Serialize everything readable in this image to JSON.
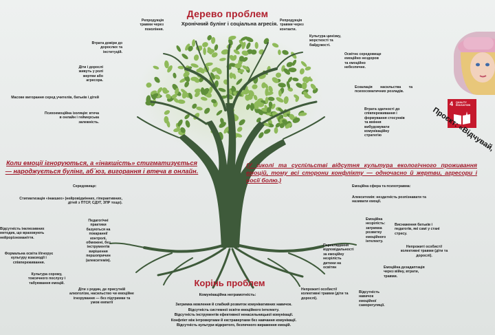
{
  "header": {
    "title": "Дерево проблем",
    "subtitle": "Хронічний булінг і соціальна агресія."
  },
  "crown_notes": {
    "n1": "Репродукція травми через покоління.",
    "n2": "Репродукція травми через контакти.",
    "n3": "Втрата довіри до дорослих та інституцій.",
    "n4": "Культура цинізму, жорсткості та байдужості.",
    "n5": "Освітнє середовище емоційно нездоров та емоційно небезпечне.",
    "n6": "Діти і дорослі живуть у ролі жертви або агресора.",
    "n7": "Ескалація насильства та психосоматичних розладів.",
    "n8": "Масове вигорання серед учителів, батьків і дітей",
    "n9": "Втрата здатності до співпереживання і формування стосунків та вміння вибудовувати комунікаційну стратегію",
    "n10": "Психоемоційна ізоляція: втеча в онлайн і геймерська залежність."
  },
  "messages": {
    "left": "Коли емоції ігноруються, а «інакшість» стигматизується — народжується булінг, аб´юз, вигорання і втеча в онлайн.",
    "right": "(У школі та суспільстві відсутня культура екологічного проживання емоцій, тому всі сторони конфлікту — одночасно й жертви, агресори і носії болю.)"
  },
  "root_notes": {
    "l1": "Середовище:",
    "l2": "Стигматизація «інакших» (нейровідмінних, гіперактивних, дітей з ПТСР, СДУГ, ЗПР тощо).",
    "l3": "Відсутність інклюзивних методик, що враховують нейрорізноманіття.",
    "l4": "Педагогічні практики базуються на покаранні/ контролі, обмежені, без інструментів вирішення першопричин (алекситемія).",
    "l5": "Формальна освіта і/ігнорує культуру взаємодії і співпереживання.",
    "l6": "Культура сорому, токсичного послуху і табуювання емоцій.",
    "l7": "Діти з родин, де присутній алкоголізм, насильство чи емоційне ігнорування — без підтримки та умов емпатії",
    "r1": "Емоційна сфера та психотравма:",
    "r2": "Алекситемія: нездатність розпізнавати та називати емоції.",
    "r3": "Емоційна незрілість: затримка розвитку емоційного інтелекту.",
    "r4": "Виснаження батьків і педагогів, які самі у стані стресу.",
    "r5": "Перекладання відповідальності за емоційну незрілість дитини на освітян",
    "r6": "Непрожиті особисті/колективні травми (діти та дорослі).",
    "r7": "Емоційна дезадаптація через війну, втрати, травми.",
    "r8": "Непрожиті особисті/ колективні травми (діти та дорослі).",
    "r9": "Відсутність навичок емоційної саморегуляції."
  },
  "roots": {
    "title": "Корінь проблем",
    "subtitle": "Комунікаційна неграмотність:",
    "list": [
      "Затримка мовлення й слабкий розвиток комунікативних навичок.",
      "Відсутність системної освіти емоційного інтелекту.",
      "Відсутність інструментів ефективної ненасильницької комунікації.",
      "Конфлікт між інтровертами й екстравертами без навчання комунікації.",
      "Відсутність культури відкритого, безпечного вираження емоцій."
    ]
  },
  "project": {
    "label": "Проєкт: «Відчувай,",
    "sdg_number": "4",
    "sdg_caption": "QUALITY EDUCATION"
  },
  "colors": {
    "accent": "#b0202e",
    "trunk": "#3e5a3a",
    "leaf": "#8fba5a",
    "leaf_dark": "#5f8f3a",
    "sdg": "#c5192d"
  }
}
